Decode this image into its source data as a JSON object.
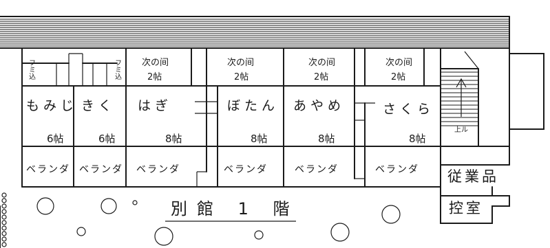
{
  "title": "別館 1 階",
  "rooms": [
    {
      "name": "もみじ",
      "size": "6帖"
    },
    {
      "name": "きく",
      "size": "6帖"
    },
    {
      "name": "はぎ",
      "size": "8帖"
    },
    {
      "name": "ぼたん",
      "size": "8帖"
    },
    {
      "name": "あやめ",
      "size": "8帖"
    },
    {
      "name": "さくら",
      "size": "8帖"
    }
  ],
  "fumikomi": [
    "フミ込",
    "フミ込"
  ],
  "tsugi_no_ma": [
    {
      "label": "次の间",
      "size": "2帖"
    },
    {
      "label": "次の间",
      "size": "2帖"
    },
    {
      "label": "次の间",
      "size": "2帖"
    },
    {
      "label": "次の间",
      "size": "2帖"
    }
  ],
  "veranda": [
    "ベランダ",
    "ベランダ",
    "ベランダ",
    "ベランダ",
    "ベランダ",
    "ベランダ"
  ],
  "stairs_label": "上ル",
  "staff_room": {
    "line1": "従業品",
    "line2": "控室"
  }
}
